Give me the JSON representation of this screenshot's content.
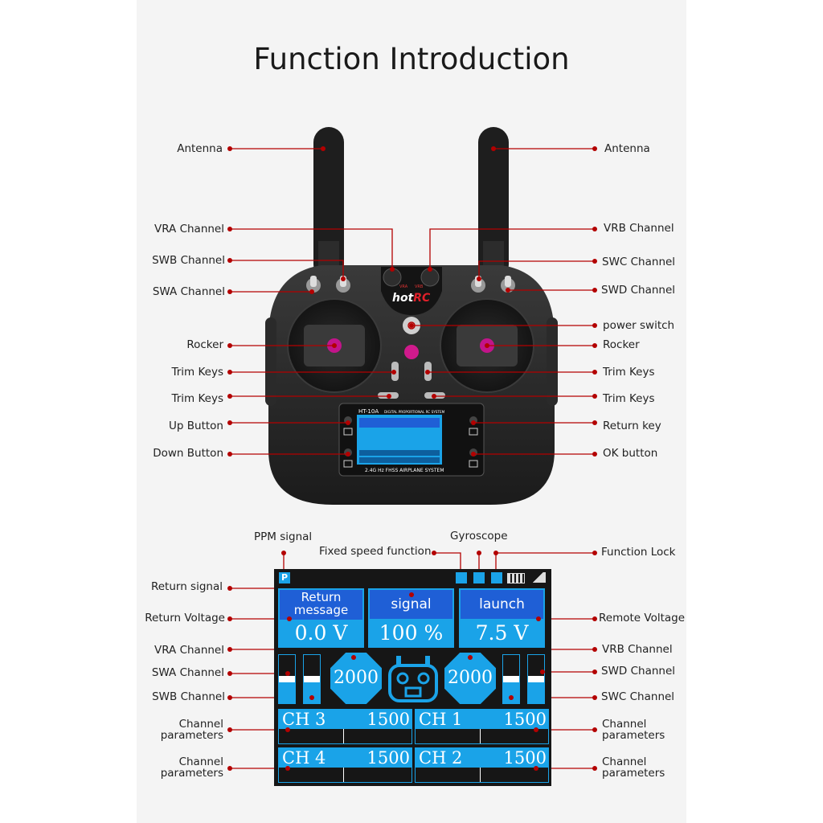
{
  "title": "Function Introduction",
  "labels": {
    "antenna_left": "Antenna",
    "antenna_right": "Antenna",
    "vra": "VRA Channel",
    "vrb": "VRB Channel",
    "swb": "SWB Channel",
    "swc": "SWC Channel",
    "swa": "SWA Channel",
    "swd": "SWD Channel",
    "power": "power switch",
    "rocker_left": "Rocker",
    "rocker_right": "Rocker",
    "trim_left_1": "Trim Keys",
    "trim_right_1": "Trim Keys",
    "trim_left_2": "Trim Keys",
    "trim_right_2": "Trim Keys",
    "up": "Up Button",
    "return_key": "Return key",
    "down": "Down Button",
    "ok": "OK button",
    "ppm": "PPM signal",
    "gyro": "Gyroscope",
    "fixed_speed": "Fixed speed function",
    "function_lock": "Function Lock",
    "return_signal": "Return signal",
    "return_voltage": "Return Voltage",
    "remote_voltage": "Remote Voltage",
    "lcd_vra": "VRA Channel",
    "lcd_vrb": "VRB Channel",
    "lcd_swa": "SWA Channel",
    "lcd_swd": "SWD Channel",
    "lcd_swb": "SWB Channel",
    "lcd_swc": "SWC Channel",
    "chp_l1": "Channel parameters",
    "chp_r1": "Channel parameters",
    "chp_l2": "Channel parameters",
    "chp_r2": "Channel parameters"
  },
  "device": {
    "brand": "hotRC",
    "model": "HT-10A",
    "header": "DIGITAL PROPORTIONAL RC SYSTEM",
    "footer": "2.4G Hz FHSS AIRPLANE SYSTEM",
    "vra_mark": "VRA",
    "vrb_mark": "VRB"
  },
  "lcd": {
    "ppm_icon": "P",
    "box1_title": "Return message",
    "box2_title": "signal",
    "box3_title": "launch",
    "box1_value": "0.0 V",
    "box2_value": "100 %",
    "box3_value": "7.5 V",
    "left_dial": "2000",
    "right_dial": "2000",
    "ch_rows": [
      {
        "left_label": "CH 3",
        "left_value": "1500",
        "right_label": "CH 1",
        "right_value": "1500"
      },
      {
        "left_label": "CH 4",
        "left_value": "1500",
        "right_label": "CH 2",
        "right_value": "1500"
      }
    ]
  },
  "colors": {
    "accent_red": "#b30000",
    "lcd_blue": "#1aa3e8",
    "lcd_title_blue": "#1f5fd6"
  }
}
